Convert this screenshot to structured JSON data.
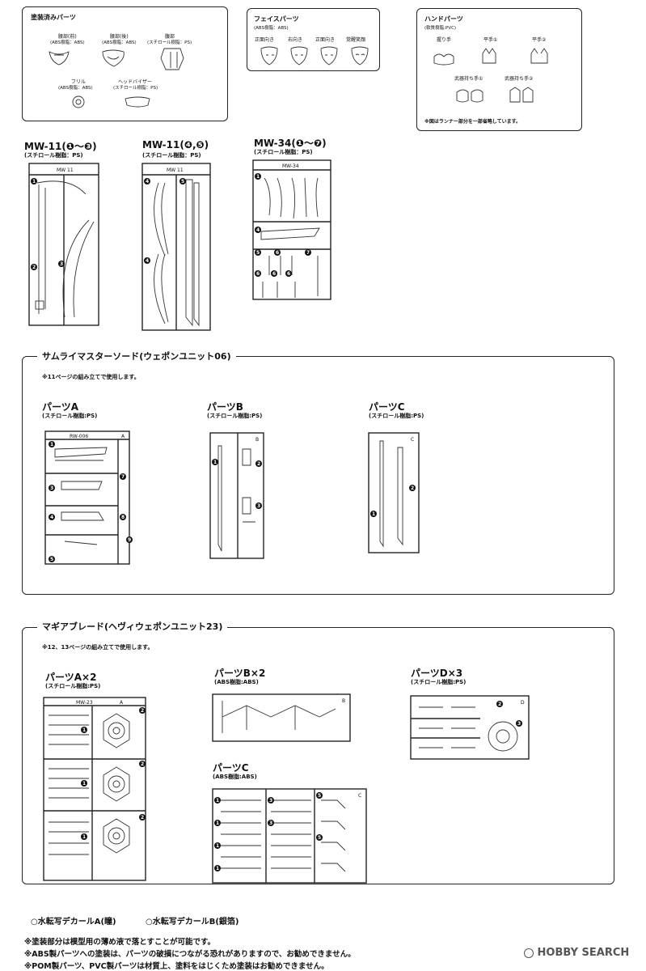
{
  "painted_box": {
    "title": "塗装済みパーツ",
    "parts": [
      {
        "name": "腰部(前)",
        "mat": "(ABS樹脂：ABS)"
      },
      {
        "name": "腰部(後)",
        "mat": "(ABS樹脂：ABS)"
      },
      {
        "name": "腹部",
        "mat": "(スチロール樹脂：PS)"
      },
      {
        "name": "フリル",
        "mat": "(ABS樹脂：ABS)"
      },
      {
        "name": "ヘッドバイザー",
        "mat": "(スチロール樹脂：PS)"
      }
    ]
  },
  "face_box": {
    "title": "フェイスパーツ",
    "mat": "(ABS樹脂：ABS)",
    "parts": [
      "正面向き",
      "右向き",
      "正面向き",
      "覚醒笑顔"
    ]
  },
  "hand_box": {
    "title": "ハンドパーツ",
    "mat": "(軟質樹脂:PVC)",
    "parts": [
      "握り手",
      "平手①",
      "平手②",
      "武器持ち手①",
      "武器持ち手②"
    ],
    "note": "※図はランナー部分を一部省略しています。"
  },
  "runners_top": [
    {
      "title": "MW-11(❶〜❸)",
      "mat": "(スチロール樹脂：PS)",
      "tag": "MW 11"
    },
    {
      "title": "MW-11(❹,❺)",
      "mat": "(スチロール樹脂：PS)",
      "tag": "MW 11"
    },
    {
      "title": "MW-34(❶〜❼)",
      "mat": "(スチロール樹脂：PS)",
      "tag": "MW-34"
    }
  ],
  "section1": {
    "title": "サムライマスターソード(ウェポンユニット06)",
    "note": "※11ページの組み立てで使用します。",
    "parts": [
      {
        "title": "パーツA",
        "mat": "(スチロール樹脂:PS)",
        "tag": "RW-006",
        "letter": "A"
      },
      {
        "title": "パーツB",
        "mat": "(スチロール樹脂:PS)",
        "letter": "B"
      },
      {
        "title": "パーツC",
        "mat": "(スチロール樹脂:PS)",
        "letter": "C"
      }
    ]
  },
  "section2": {
    "title": "マギアブレード(ヘヴィウェポンユニット23)",
    "note": "※12、13ページの組み立てで使用します。",
    "parts": [
      {
        "title": "パーツA×2",
        "mat": "(スチロール樹脂:PS)",
        "tag": "MW-23",
        "letter": "A"
      },
      {
        "title": "パーツB×2",
        "mat": "(ABS樹脂:ABS)",
        "letter": "B"
      },
      {
        "title": "パーツC",
        "mat": "(ABS樹脂:ABS)",
        "letter": "C"
      },
      {
        "title": "パーツD×3",
        "mat": "(スチロール樹脂:PS)",
        "letter": "D"
      }
    ]
  },
  "decals": [
    "○水転写デカールA(瞳)",
    "○水転写デカールB(銀箔)"
  ],
  "footnotes": [
    "※塗装部分は模型用の薄め液で落とすことが可能です。",
    "※ABS製パーツへの塗装は、パーツの破損につながる恐れがありますので、お勧めできません。",
    "※POM製パーツ、PVC製パーツは材質上、塗料をはじくため塗装はお勧めできません。"
  ],
  "watermark": "HOBBY SEARCH"
}
